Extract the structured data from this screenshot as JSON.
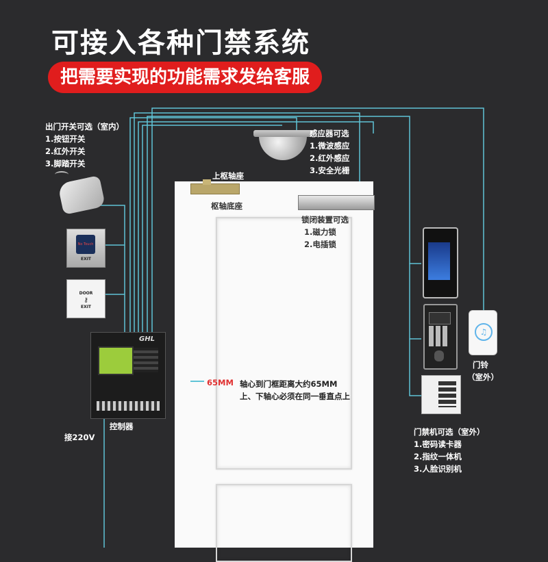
{
  "title": "可接入各种门禁系统",
  "banner": "把需要实现的功能需求发给客服",
  "exit_switch": {
    "heading": "出门开关可选（室内）",
    "items": [
      "1.按钮开关",
      "2.红外开关",
      "3.脚踏开关"
    ],
    "exit_label": "EXIT",
    "door_label": "DOOR",
    "my_touch_label": "No Touch"
  },
  "sensor": {
    "heading": "感应器可选",
    "items": [
      "1.微波感应",
      "2.红外感应",
      "3.安全光栅"
    ]
  },
  "top_pivot": "上枢轴座",
  "pivot_base": "枢轴底座",
  "lock": {
    "heading": "锁闭装置可选",
    "items": [
      "1.磁力锁",
      "2.电插锁"
    ]
  },
  "controller": {
    "label": "控制器",
    "brand": "GHL"
  },
  "power": "接220V",
  "measure": {
    "value": "65MM",
    "note1": "轴心到门框距离大约65MM",
    "note2": "上、下轴心必须在同一垂直点上"
  },
  "doorbell": {
    "line1": "门铃",
    "line2": "（室外）"
  },
  "access": {
    "heading": "门禁机可选（室外）",
    "items": [
      "1.密码读卡器",
      "2.指纹一体机",
      "3.人脸识别机"
    ]
  },
  "colors": {
    "background": "#2b2b2d",
    "accent_red": "#e01d1d",
    "wire": "#5fc3d6"
  }
}
